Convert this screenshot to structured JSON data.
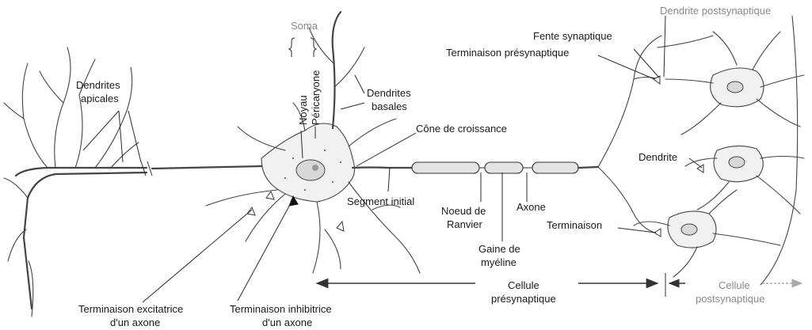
{
  "labels": {
    "soma": "Soma",
    "noyau": "Noyau",
    "pericaryone": "Péricaryone",
    "dendrites_apicales_1": "Dendrites",
    "dendrites_apicales_2": "apicales",
    "dendrites_basales_1": "Dendrites",
    "dendrites_basales_2": "basales",
    "cone": "Cône de croissance",
    "segment_initial": "Segment initial",
    "noeud_1": "Noeud de",
    "noeud_2": "Ranvier",
    "gaine_1": "Gaine de",
    "gaine_2": "myéline",
    "axone": "Axone",
    "dendrite_postsynaptique": "Dendrite postsynaptique",
    "fente_synaptique": "Fente synaptique",
    "terminaison_presynaptique": "Terminaison présynaptique",
    "dendrite": "Dendrite",
    "terminaison": "Terminaison",
    "excitatrice_1": "Terminaison excitatrice",
    "excitatrice_2": "d'un axone",
    "inhibitrice_1": "Terminaison inhibitrice",
    "inhibitrice_2": "d'un axone",
    "cellule_pre_1": "Cellule",
    "cellule_pre_2": "présynaptique",
    "cellule_post_1": "Cellule",
    "cellule_post_2": "postsynaptique"
  },
  "colors": {
    "ink": "#1a1a1a",
    "grey_label": "#8a8a8a",
    "arrow_pre": "#333333",
    "arrow_post": "#9a9a9a"
  }
}
